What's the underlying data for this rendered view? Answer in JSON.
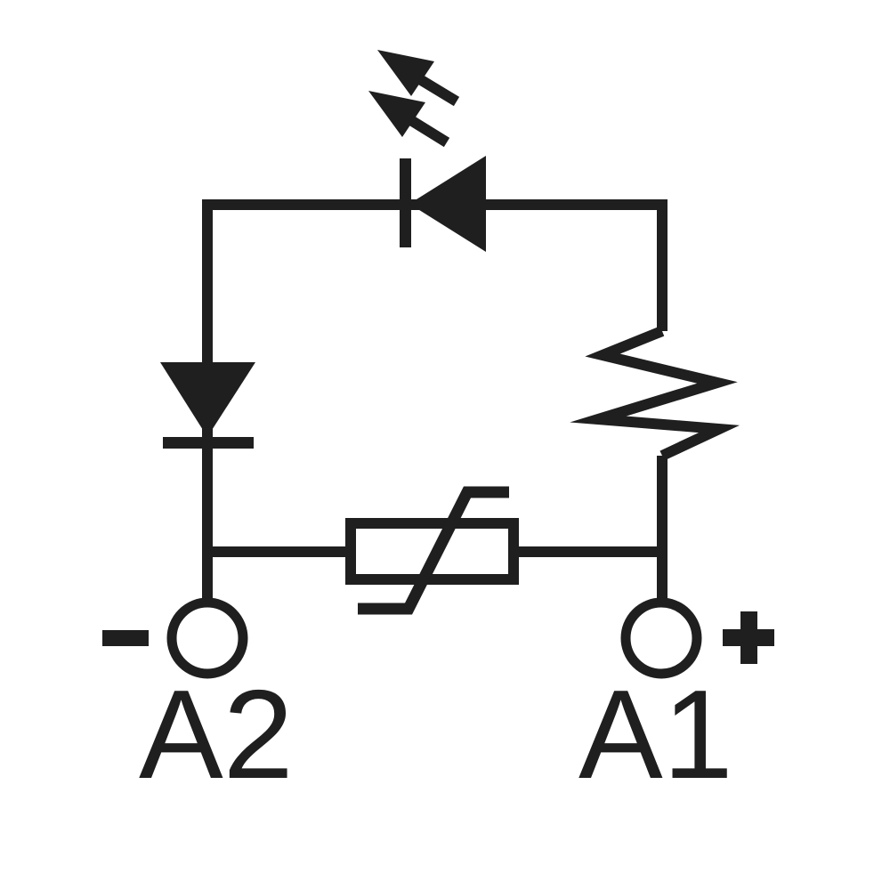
{
  "diagram": {
    "title": "LED indicator circuit schematic",
    "type": "circuit-schematic",
    "colors": {
      "ink": "#1f1f1f",
      "paper": "#ffffff"
    },
    "terminals": [
      {
        "id": "A2",
        "label": "A2",
        "polarity": "-",
        "polarity_name": "negative",
        "position": "bottom-left"
      },
      {
        "id": "A1",
        "label": "A1",
        "polarity": "+",
        "polarity_name": "positive",
        "position": "bottom-right"
      }
    ],
    "components": [
      {
        "name": "led",
        "description": "light-emitting diode with two emission arrows, cathode toward A2 side",
        "location": "top branch"
      },
      {
        "name": "diode",
        "description": "diode pointing down, cathode bar below",
        "location": "left branch"
      },
      {
        "name": "resistor",
        "description": "zigzag resistor",
        "location": "right branch"
      },
      {
        "name": "varistor",
        "description": "rectangle with diagonal slash (voltage-dependent resistor)",
        "location": "middle bottom branch"
      }
    ]
  }
}
